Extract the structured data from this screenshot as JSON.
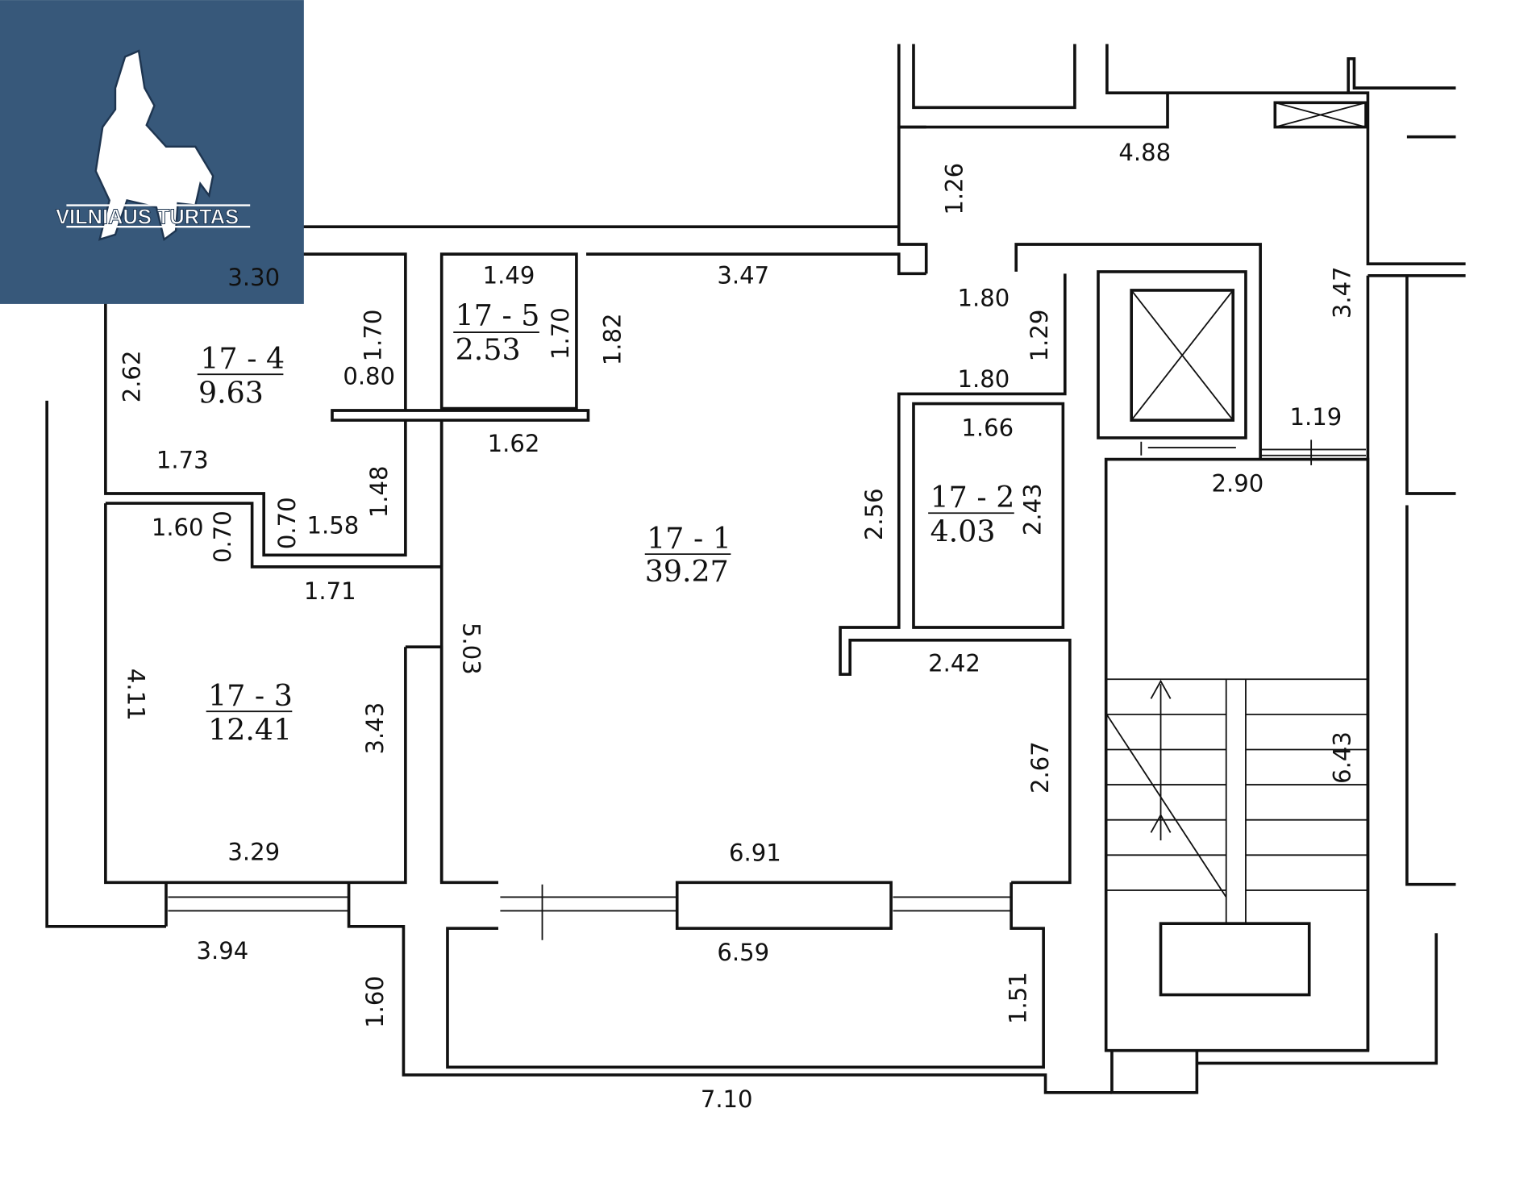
{
  "logo": {
    "text": "VILNIAUS TURTAS",
    "background": "#37587a"
  },
  "rooms": [
    {
      "id": "17 - 4",
      "area": "9.63"
    },
    {
      "id": "17 - 5",
      "area": "2.53"
    },
    {
      "id": "17 - 2",
      "area": "4.03"
    },
    {
      "id": "17 - 1",
      "area": "39.27"
    },
    {
      "id": "17 - 3",
      "area": "12.41"
    }
  ],
  "dimensions": [
    "3.30",
    "1.49",
    "3.47",
    "4.88",
    "1.26",
    "1.80",
    "1.29",
    "3.47",
    "1.70",
    "0.80",
    "1.70",
    "1.82",
    "2.62",
    "1.62",
    "1.80",
    "1.66",
    "1.19",
    "2.90",
    "1.73",
    "1.48",
    "1.60",
    "0.70",
    "0.70",
    "1.58",
    "2.56",
    "2.43",
    "1.71",
    "5.03",
    "2.42",
    "4.11",
    "3.43",
    "2.67",
    "6.43",
    "3.29",
    "6.91",
    "3.94",
    "6.59",
    "1.60",
    "1.51",
    "7.10"
  ]
}
